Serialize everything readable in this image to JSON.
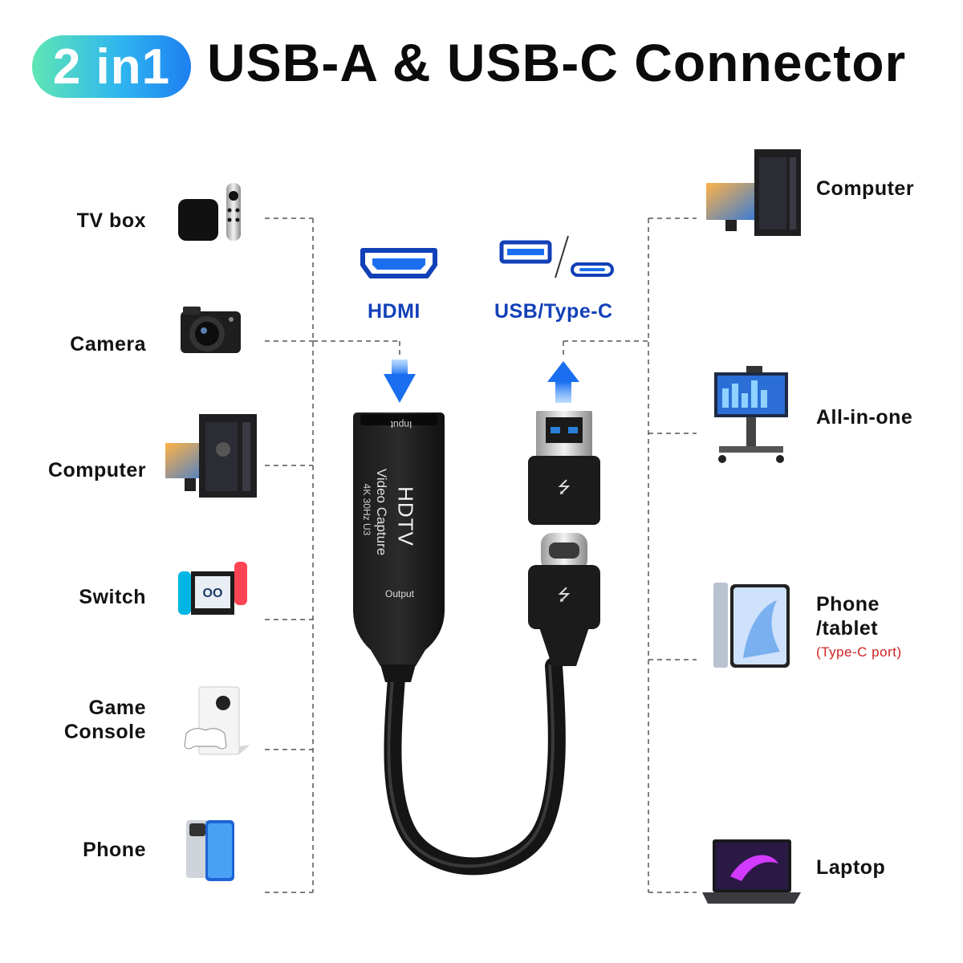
{
  "header": {
    "badge": "2 in1",
    "title": "USB-A & USB-C Connector"
  },
  "ports": {
    "hdmi_label": "HDMI",
    "usb_label": "USB/Type-C"
  },
  "device": {
    "input_label": "Input",
    "brand": "HDTV",
    "name": "Video Capture",
    "spec": "4K 30Hz U3",
    "output_label": "Output"
  },
  "left_devices": [
    {
      "label": "TV box",
      "icon": "tv-box-icon"
    },
    {
      "label": "Camera",
      "icon": "camera-icon"
    },
    {
      "label": "Computer",
      "icon": "desktop-computer-icon"
    },
    {
      "label": "Switch",
      "icon": "game-switch-icon"
    },
    {
      "label": "Game\nConsole",
      "line1": "Game",
      "line2": "Console",
      "icon": "game-console-icon"
    },
    {
      "label": "Phone",
      "icon": "phone-icon"
    }
  ],
  "right_devices": [
    {
      "label": "Computer",
      "icon": "desktop-computer-icon"
    },
    {
      "label": "All-in-one",
      "icon": "all-in-one-icon"
    },
    {
      "line1": "Phone",
      "line2": "/tablet",
      "note": "(Type-C port)",
      "icon": "tablet-icon"
    },
    {
      "label": "Laptop",
      "icon": "laptop-icon"
    }
  ],
  "colors": {
    "arrow_blue": "#1a6ff0",
    "label_blue": "#1240b8",
    "note_red": "#d21f1f",
    "badge_start": "#5fe6b4",
    "badge_end": "#1d7ff0"
  }
}
